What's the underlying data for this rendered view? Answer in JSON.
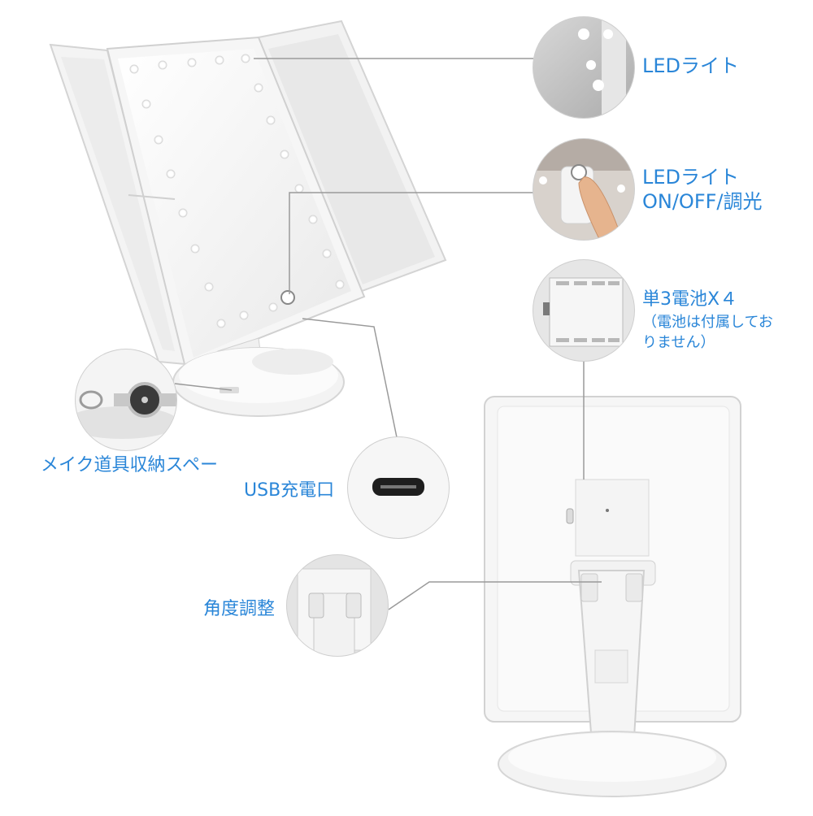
{
  "callouts": {
    "led_light": "LEDライト",
    "led_switch_line1": "LEDライト",
    "led_switch_line2": "ON/OFF/調光",
    "battery_line1": "単3電池X４",
    "battery_line2": "（電池は付属してお",
    "battery_line3": "りません）",
    "storage": "メイク道具収納スペー",
    "usb": "USB充電口",
    "angle": "角度調整"
  },
  "colors": {
    "label": "#2a86d8",
    "leader_line": "#9a9a9a",
    "product_white": "#f7f7f7",
    "product_edge": "#d6d6d6"
  }
}
